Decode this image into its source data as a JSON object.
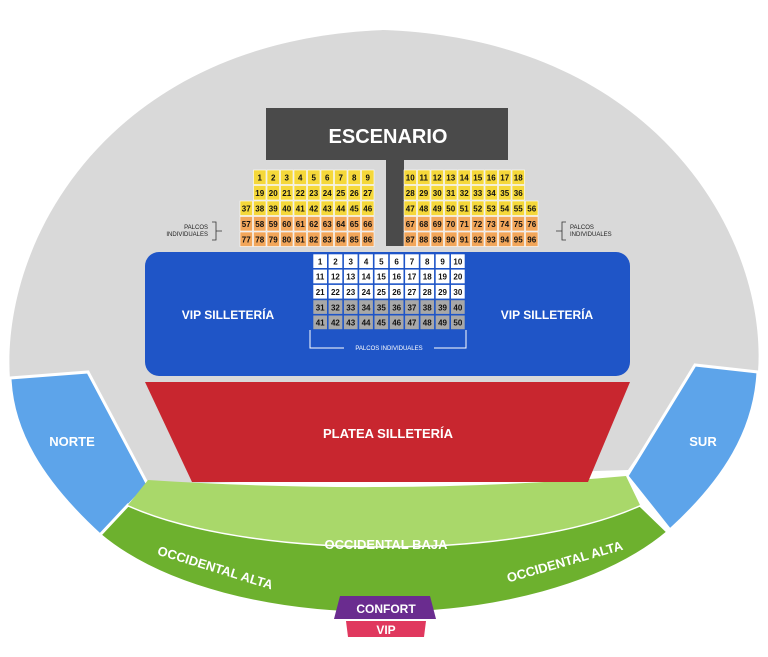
{
  "title": "ESCENARIO",
  "colors": {
    "outer_ring": "#d9d9d9",
    "stage": "#4a4a4a",
    "palco_yellow": "#f5d83a",
    "palco_orange": "#f2a65a",
    "vip_silleteria": "#1f55c7",
    "platea": "#c8262f",
    "lateral": "#5da4ea",
    "occidental_baja": "#a9d86a",
    "occidental_alta": "#6db12e",
    "confort": "#6a2c8f",
    "vip": "#e0385e",
    "center_palco_white": "#ffffff",
    "center_palco_grey": "#a8a8a8"
  },
  "zones": {
    "vip_silleteria_left": "VIP SILLETERÍA",
    "vip_silleteria_right": "VIP SILLETERÍA",
    "platea": "PLATEA SILLETERÍA",
    "norte": "NORTE",
    "sur": "SUR",
    "occidental_baja": "OCCIDENTAL BAJA",
    "occidental_alta_left": "OCCIDENTAL ALTA",
    "occidental_alta_right": "OCCIDENTAL ALTA",
    "confort": "CONFORT",
    "vip": "VIP"
  },
  "palcos_note_left": [
    "PALCOS",
    "INDIVIDUALES"
  ],
  "palcos_note_right": [
    "PALCOS",
    "INDIVIDUALES"
  ],
  "palcos_note_center": "PALCOS INDIVIDUALES",
  "left_block_rows": [
    [
      "1",
      "2",
      "3",
      "4",
      "5",
      "6",
      "7",
      "8",
      "9"
    ],
    [
      "19",
      "20",
      "21",
      "22",
      "23",
      "24",
      "25",
      "26",
      "27"
    ],
    [
      "37",
      "38",
      "39",
      "40",
      "41",
      "42",
      "43",
      "44",
      "45",
      "46"
    ],
    [
      "57",
      "58",
      "59",
      "60",
      "61",
      "62",
      "63",
      "64",
      "65",
      "66"
    ],
    [
      "77",
      "78",
      "79",
      "80",
      "81",
      "82",
      "83",
      "84",
      "85",
      "86"
    ]
  ],
  "right_block_rows": [
    [
      "10",
      "11",
      "12",
      "13",
      "14",
      "15",
      "16",
      "17",
      "18"
    ],
    [
      "28",
      "29",
      "30",
      "31",
      "32",
      "33",
      "34",
      "35",
      "36"
    ],
    [
      "47",
      "48",
      "49",
      "50",
      "51",
      "52",
      "53",
      "54",
      "55",
      "56"
    ],
    [
      "67",
      "68",
      "69",
      "70",
      "71",
      "72",
      "73",
      "74",
      "75",
      "76"
    ],
    [
      "87",
      "88",
      "89",
      "90",
      "91",
      "92",
      "93",
      "94",
      "95",
      "96"
    ]
  ],
  "center_block_rows": [
    [
      "1",
      "2",
      "3",
      "4",
      "5",
      "6",
      "7",
      "8",
      "9",
      "10"
    ],
    [
      "11",
      "12",
      "13",
      "14",
      "15",
      "16",
      "17",
      "18",
      "19",
      "20"
    ],
    [
      "21",
      "22",
      "23",
      "24",
      "25",
      "26",
      "27",
      "28",
      "29",
      "30"
    ],
    [
      "31",
      "32",
      "33",
      "34",
      "35",
      "36",
      "37",
      "38",
      "39",
      "40"
    ],
    [
      "41",
      "42",
      "43",
      "44",
      "45",
      "46",
      "47",
      "48",
      "49",
      "50"
    ]
  ]
}
